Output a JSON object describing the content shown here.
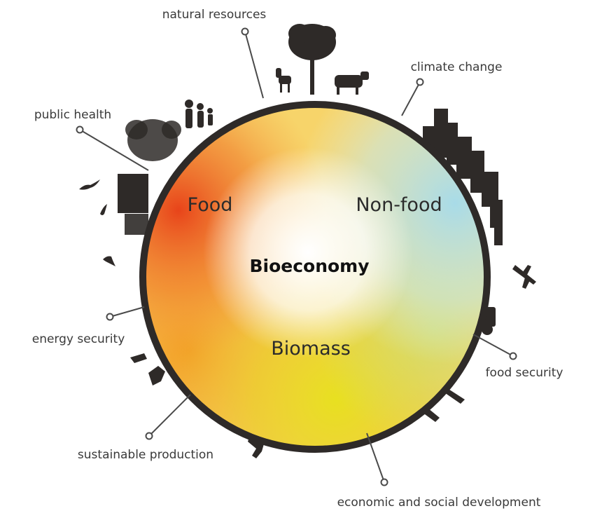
{
  "diagram": {
    "center": "Bioeconomy",
    "sectors": {
      "food": "Food",
      "non_food": "Non-food",
      "biomass": "Biomass"
    },
    "callouts": {
      "natural_resources": "natural resources",
      "climate_change": "climate change",
      "public_health": "public health",
      "energy_security": "energy security",
      "food_security": "food security",
      "sustainable_production": "sustainable production",
      "economic_social_development": "economic and social development"
    },
    "colors": {
      "ring": "#2e2a28",
      "food": "#e8441a",
      "non_food": "#a8dbe8",
      "biomass": "#e8e020",
      "core": "#ffffff"
    }
  }
}
